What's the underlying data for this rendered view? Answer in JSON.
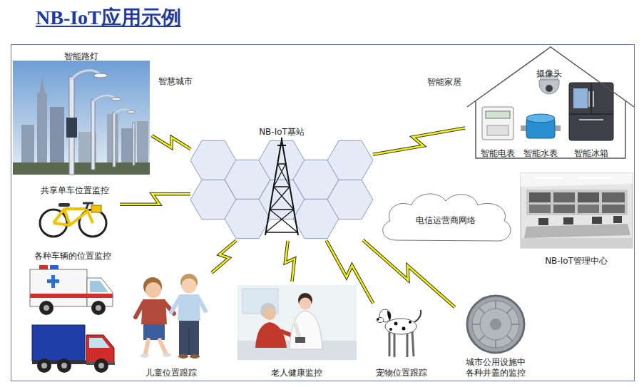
{
  "diagram": {
    "title": "NB-IoT应用示例",
    "nodes": [
      {
        "text": [
          "智能路灯"
        ]
      },
      {
        "text": [
          "智能家居"
        ]
      },
      {
        "text": [
          "摄像头"
        ],
        "in": 1
      },
      {
        "text": [
          "智能电表"
        ],
        "in": 1
      },
      {
        "text": [
          "智能水表"
        ],
        "in": 1
      },
      {
        "text": [
          "智能冰箱"
        ],
        "in": 1
      },
      {
        "text": [
          "NB-IoT基站"
        ]
      },
      {
        "text": [
          "共享单车位置监控"
        ]
      },
      {
        "text": [
          "电信运营商网络"
        ]
      },
      {
        "text": [
          "NB-IoT管理中心"
        ]
      },
      {
        "text": [
          "各种车辆的位置监控"
        ]
      },
      {
        "text": [
          "儿童位置跟踪"
        ]
      },
      {
        "text": [
          "老人健康监控"
        ]
      },
      {
        "text": [
          "宠物位置跟踪"
        ]
      },
      {
        "text": [
          "城市公用设施中 各种井盖的监控"
        ]
      }
    ],
    "edges": [
      {
        "from": 6,
        "to": 0,
        "arrow": "none"
      },
      {
        "from": 6,
        "to": 1,
        "arrow": "none"
      },
      {
        "from": 6,
        "to": 7,
        "arrow": "none"
      },
      {
        "from": 6,
        "to": 11,
        "arrow": "none"
      },
      {
        "from": 6,
        "to": 12,
        "arrow": "none"
      },
      {
        "from": 6,
        "to": 13,
        "arrow": "none"
      },
      {
        "from": 6,
        "to": 14,
        "arrow": "none"
      }
    ],
    "labels": [
      "智慧城市"
    ]
  }
}
